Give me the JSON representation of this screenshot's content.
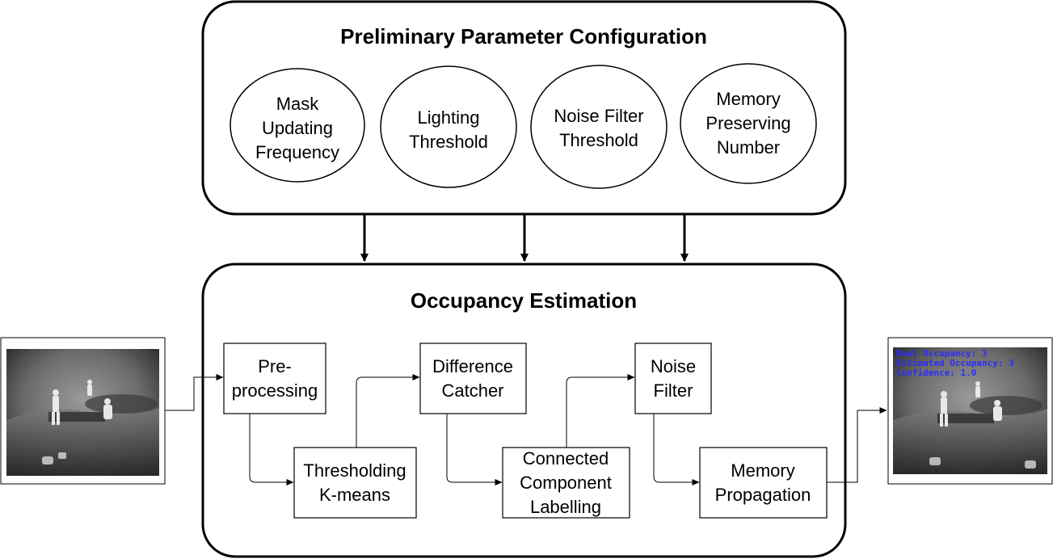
{
  "config_panel": {
    "title": "Preliminary Parameter Configuration",
    "params": [
      [
        "Mask",
        "Updating",
        "Frequency"
      ],
      [
        "Lighting",
        "Threshold"
      ],
      [
        "Noise Filter",
        "Threshold"
      ],
      [
        "Memory",
        "Preserving",
        "Number"
      ]
    ]
  },
  "estimation_panel": {
    "title": "Occupancy Estimation",
    "steps": {
      "preprocessing": [
        "Pre-",
        "processing"
      ],
      "thresholding": [
        "Thresholding",
        "K-means"
      ],
      "difference": [
        "Difference",
        "Catcher"
      ],
      "ccl": [
        "Connected",
        "Component",
        "Labelling"
      ],
      "noise": [
        "Noise",
        "Filter"
      ],
      "memory": [
        "Memory",
        "Propagation"
      ]
    }
  },
  "output_overlay": {
    "lines": [
      "Real Occupancy: 3",
      "Estimated Occupancy: 3",
      "Confidence: 1.0"
    ]
  }
}
